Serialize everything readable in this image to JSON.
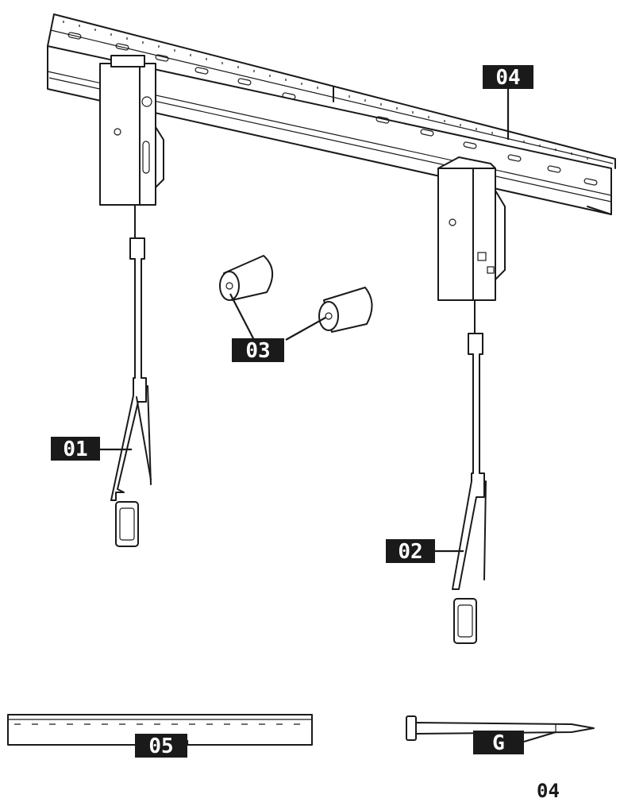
{
  "labels": {
    "p01": "01",
    "p02": "02",
    "p03": "03",
    "p04": "04",
    "p05": "05",
    "pG": "G"
  },
  "page_number": "04",
  "colors": {
    "ink": "#1a1a1a",
    "paper": "#ffffff"
  }
}
